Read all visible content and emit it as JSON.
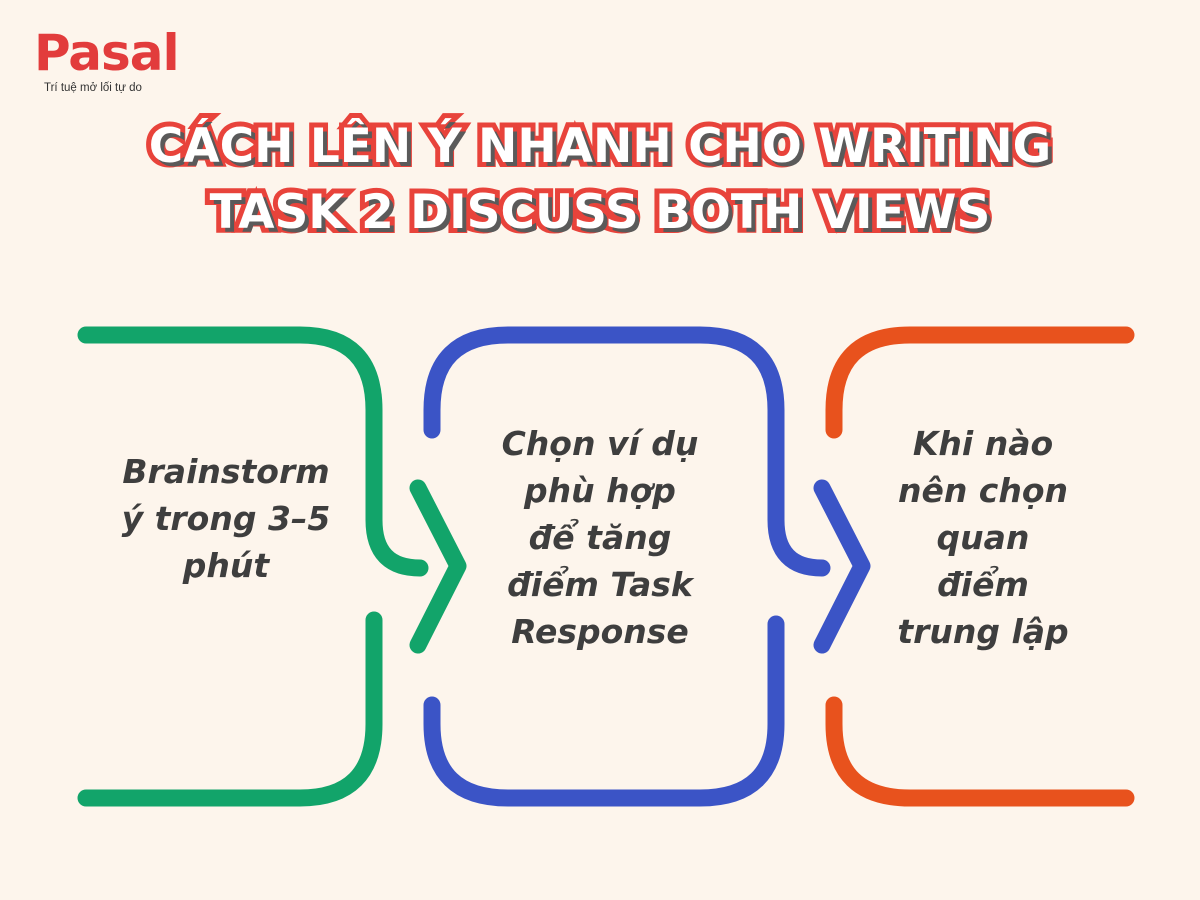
{
  "brand": {
    "name": "Pasal",
    "tagline": "Trí tuệ mở lối tự do",
    "color": "#e23c3c"
  },
  "title": {
    "line1": "Cách lên ý nhanh cho Writing",
    "line2": "Task 2 Discuss Both Views",
    "fill_color": "#ffffff",
    "outline_color": "#e8433b"
  },
  "steps": [
    {
      "lines": [
        "Brainstorm",
        "ý trong 3–5",
        "phút"
      ],
      "color": "#12a46a"
    },
    {
      "lines": [
        "Chọn ví dụ",
        "phù hợp",
        "để tăng",
        "điểm Task",
        "Response"
      ],
      "color": "#3b54c6"
    },
    {
      "lines": [
        "Khi nào",
        "nên chọn",
        "quan",
        "điểm",
        "trung lập"
      ],
      "color": "#e8521d"
    }
  ]
}
